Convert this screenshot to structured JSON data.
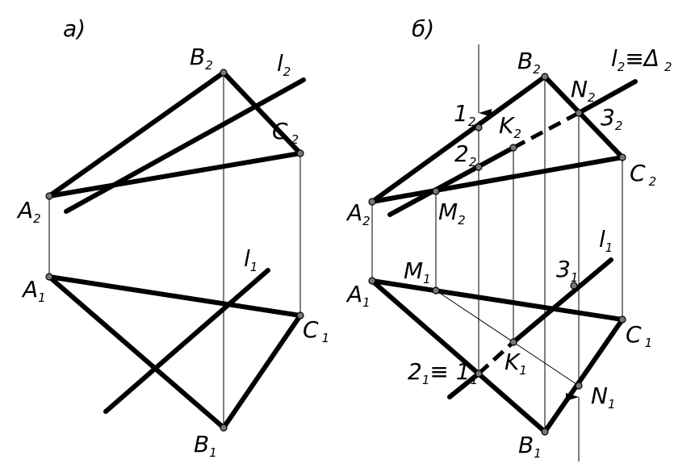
{
  "panel_a": {
    "title": "а)",
    "labels": {
      "B2": [
        "B",
        "2"
      ],
      "l2": [
        "l",
        "2"
      ],
      "C2": [
        "C",
        "2"
      ],
      "A2": [
        "A",
        "2"
      ],
      "A1": [
        "A",
        "1"
      ],
      "l1": [
        "l",
        "1"
      ],
      "C1": [
        "C",
        "1"
      ],
      "B1": [
        "B",
        "1"
      ]
    }
  },
  "panel_b": {
    "title": "б)",
    "labels": {
      "B2": [
        "B",
        "2"
      ],
      "N2": [
        "N",
        "2"
      ],
      "l2D2": [
        "l",
        "2",
        "≡Δ",
        "2"
      ],
      "p1_2": [
        "1",
        "2"
      ],
      "K2": [
        "K",
        "2"
      ],
      "p3_2": [
        "3",
        "2"
      ],
      "p2_2": [
        "2",
        "2"
      ],
      "C2": [
        "C",
        "2"
      ],
      "A2": [
        "A",
        "2"
      ],
      "M2": [
        "M",
        "2"
      ],
      "l1": [
        "l",
        "1"
      ],
      "M1": [
        "M",
        "1"
      ],
      "p3_1": [
        "3",
        "1"
      ],
      "A1": [
        "A",
        "1"
      ],
      "C1": [
        "C",
        "1"
      ],
      "K1": [
        "K",
        "1"
      ],
      "p21_11": [
        "2",
        "1",
        "≡ 1",
        "1"
      ],
      "N1": [
        "N",
        "1"
      ],
      "B1": [
        "B",
        "1"
      ]
    }
  }
}
